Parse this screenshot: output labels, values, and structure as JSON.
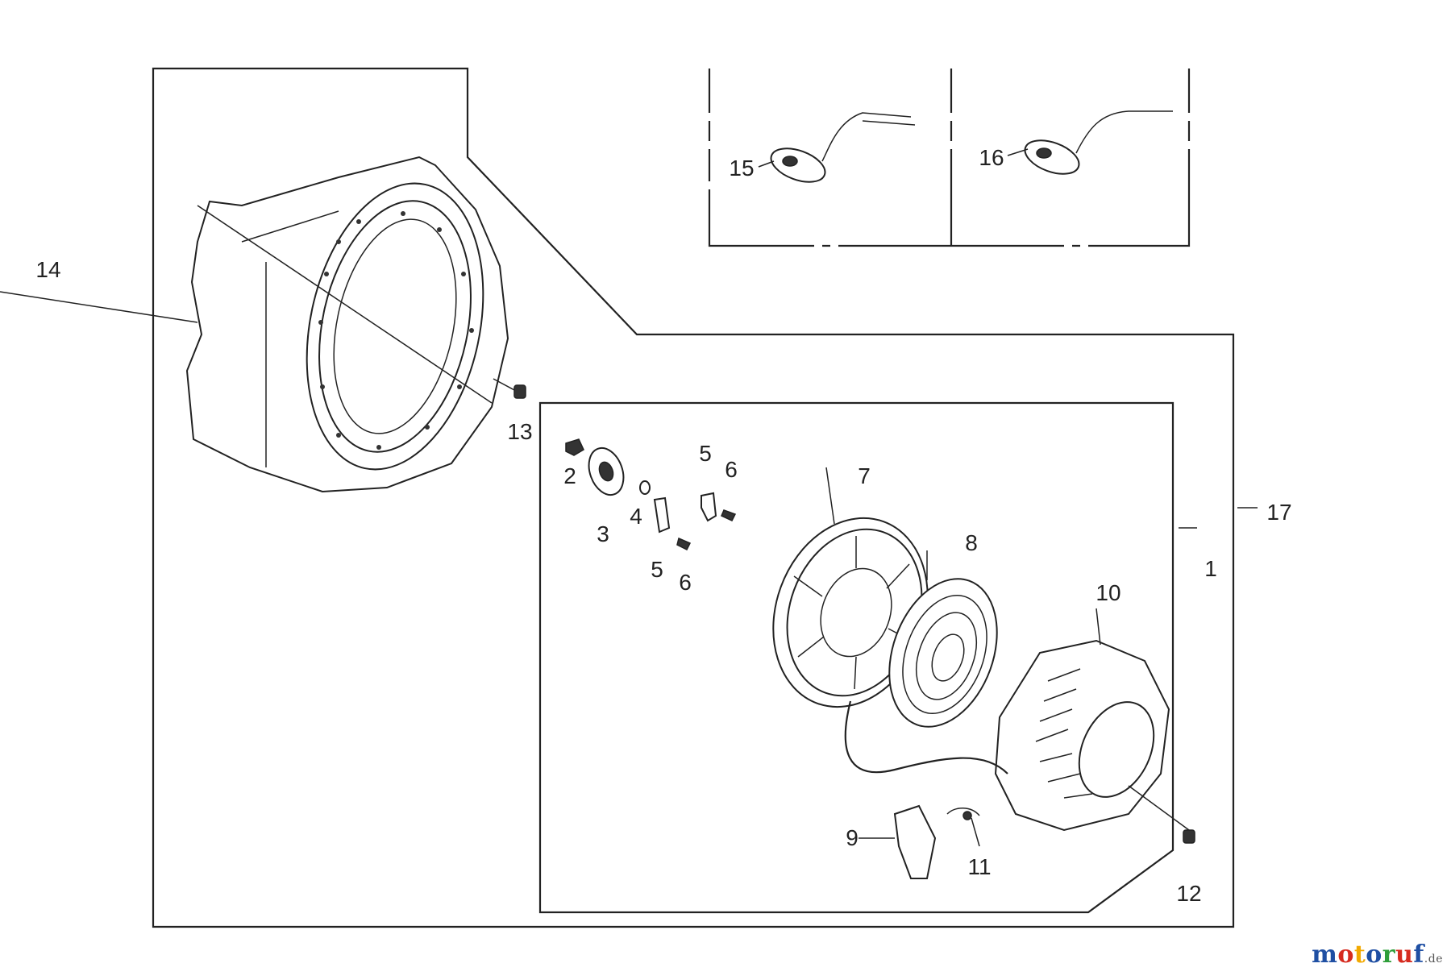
{
  "callouts": {
    "p1": "1",
    "p2": "2",
    "p3": "3",
    "p4": "4",
    "p5a": "5",
    "p5b": "5",
    "p6a": "6",
    "p6b": "6",
    "p7": "7",
    "p8": "8",
    "p9": "9",
    "p10": "10",
    "p11": "11",
    "p12": "12",
    "p13": "13",
    "p14": "14",
    "p15": "15",
    "p16": "16",
    "p17": "17"
  },
  "watermark": {
    "letters": [
      "m",
      "o",
      "t",
      "o",
      "r",
      "u",
      "f"
    ],
    "colors": [
      "#1f4fa3",
      "#d62b1f",
      "#f2a900",
      "#1f4fa3",
      "#2e9e3a",
      "#d62b1f",
      "#1f4fa3"
    ],
    "tld": ".de"
  }
}
